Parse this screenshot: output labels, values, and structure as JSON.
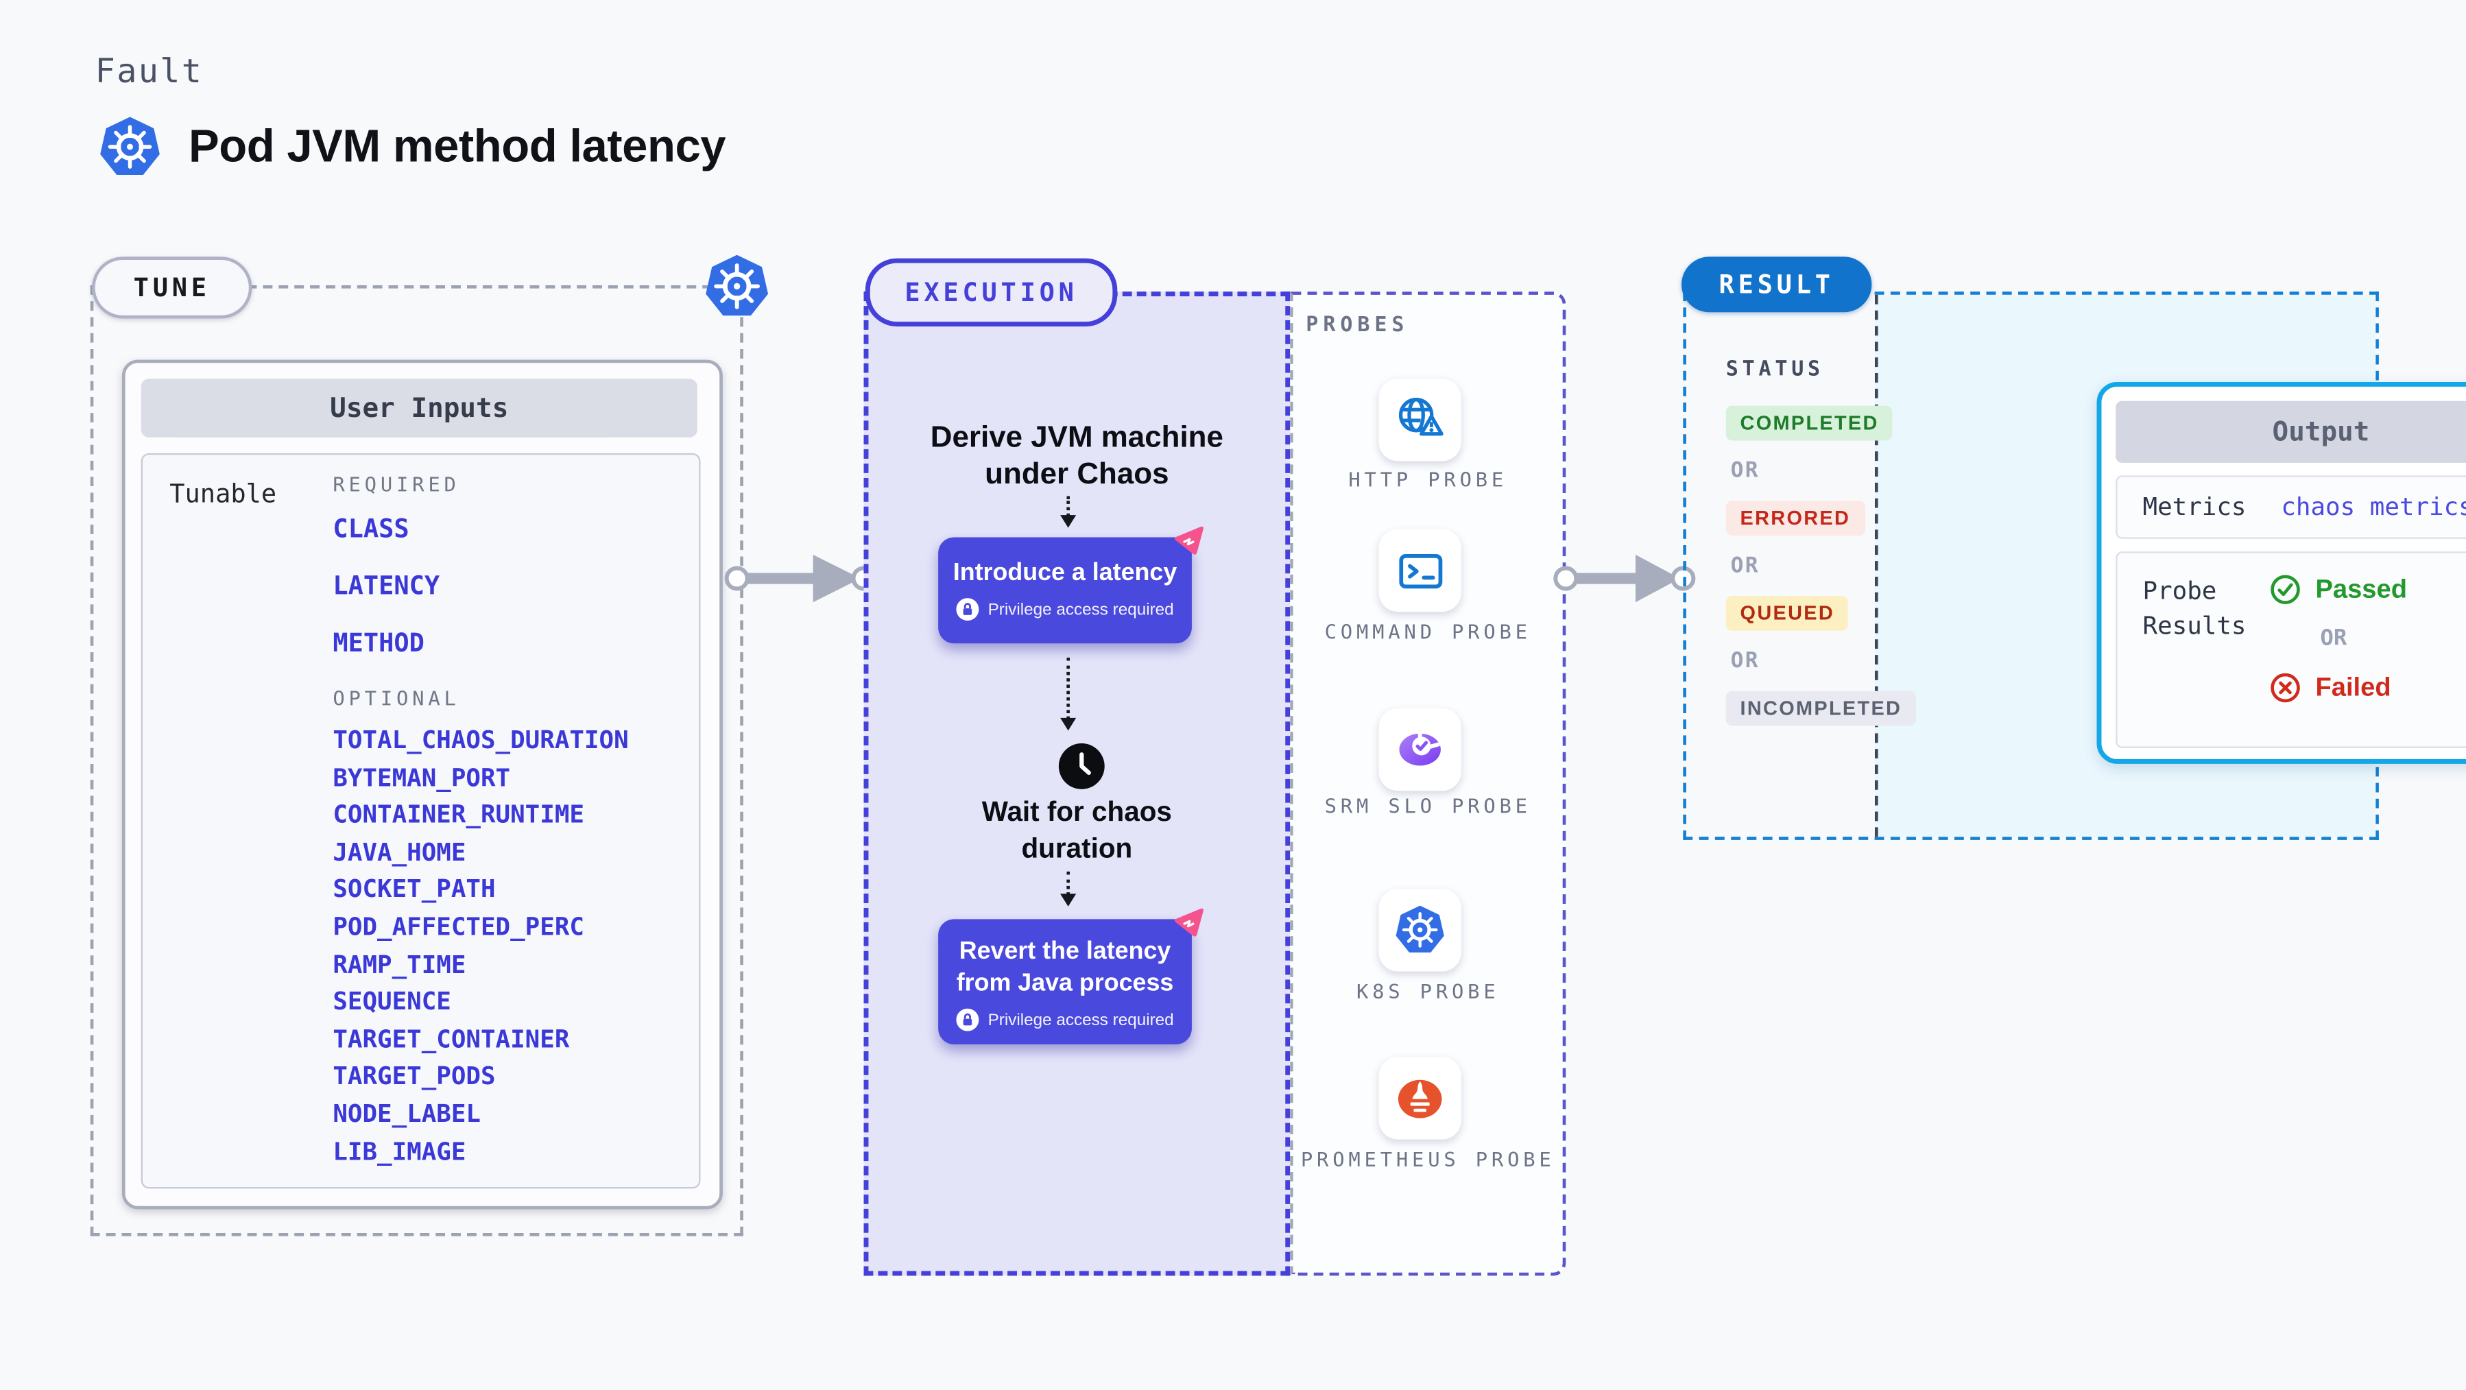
{
  "header": {
    "kicker": "Fault",
    "title": "Pod JVM method latency"
  },
  "tune": {
    "badge": "TUNE",
    "panel_title": "User Inputs",
    "row_label": "Tunable",
    "required_label": "REQUIRED",
    "optional_label": "OPTIONAL",
    "required": [
      "CLASS",
      "LATENCY",
      "METHOD"
    ],
    "optional": [
      "TOTAL_CHAOS_DURATION",
      "BYTEMAN_PORT",
      "CONTAINER_RUNTIME",
      "JAVA_HOME",
      "SOCKET_PATH",
      "POD_AFFECTED_PERC",
      "RAMP_TIME",
      "SEQUENCE",
      "TARGET_CONTAINER",
      "TARGET_PODS",
      "NODE_LABEL",
      "LIB_IMAGE"
    ]
  },
  "execution": {
    "badge": "EXECUTION",
    "derive_step": {
      "line1": "Derive JVM machine",
      "line2": "under Chaos"
    },
    "introduce_step": {
      "label": "Introduce a latency",
      "note": "Privilege access required"
    },
    "wait_step": {
      "line1": "Wait for chaos",
      "line2": "duration"
    },
    "revert_step": {
      "line1": "Revert the latency",
      "line2": "from Java process",
      "note": "Privilege access required"
    }
  },
  "probes": {
    "label": "PROBES",
    "items": [
      {
        "icon": "globe-alert-icon",
        "label": "HTTP PROBE"
      },
      {
        "icon": "terminal-icon",
        "label": "COMMAND PROBE"
      },
      {
        "icon": "slo-donut-icon",
        "label": "SRM SLO PROBE"
      },
      {
        "icon": "kubernetes-icon",
        "label": "K8S PROBE"
      },
      {
        "icon": "prometheus-icon",
        "label": "PROMETHEUS PROBE"
      }
    ]
  },
  "result": {
    "badge": "RESULT",
    "status_label": "STATUS",
    "or_label": "OR",
    "statuses": [
      "COMPLETED",
      "ERRORED",
      "QUEUED",
      "INCOMPLETED"
    ],
    "output": {
      "title": "Output",
      "metrics_label": "Metrics",
      "metrics_value": "chaos metrics",
      "probe_results_label": "Probe Results",
      "passed_label": "Passed",
      "or_label": "OR",
      "failed_label": "Failed"
    }
  },
  "colors": {
    "accent_indigo": "#4540d9",
    "accent_blue": "#1480d4",
    "button_indigo": "#4a49dd",
    "output_border_cyan": "#12a7e6",
    "completed_green": "#1d7b2b",
    "errored_red": "#c3281b",
    "queued_text": "#b22a10",
    "incompleted_gray": "#5b6272",
    "passed_green": "#23982d",
    "failed_red": "#d02a1c",
    "kubernetes_blue": "#326de6",
    "prometheus_orange": "#e6522c",
    "chaos_pink": "#f4538e"
  }
}
